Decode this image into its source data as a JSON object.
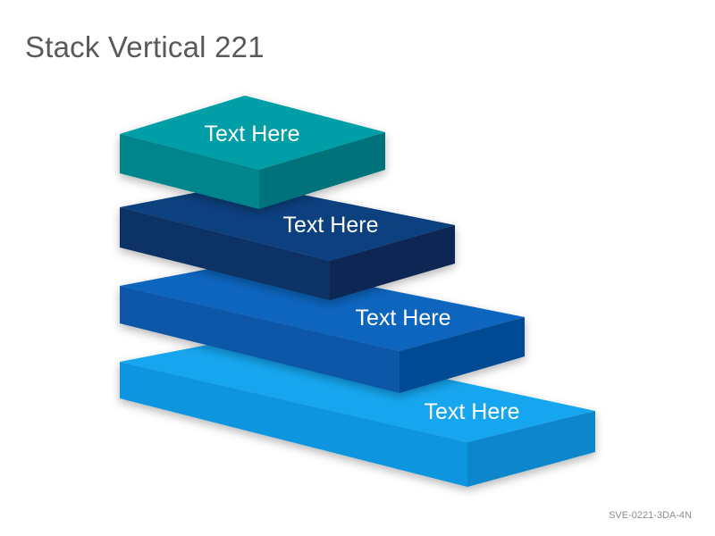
{
  "title": "Stack Vertical 221",
  "footer_code": "SVE-0221-3DA-4N",
  "layers": [
    {
      "label": "Text Here",
      "colors": {
        "top": "#009ea6",
        "front": "#00858c",
        "right": "#00737a"
      }
    },
    {
      "label": "Text Here",
      "colors": {
        "top": "#0d3f7e",
        "front": "#0a3166",
        "right": "#072653"
      }
    },
    {
      "label": "Text Here",
      "colors": {
        "top": "#0865be",
        "front": "#0756a8",
        "right": "#064a93"
      }
    },
    {
      "label": "Text Here",
      "colors": {
        "top": "#12a6ef",
        "front": "#0d96df",
        "right": "#0a86cc"
      }
    }
  ]
}
